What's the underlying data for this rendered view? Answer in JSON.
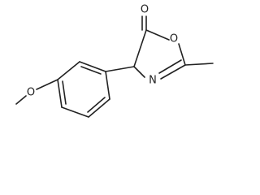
{
  "molecule": {
    "atoms": {
      "carbonyl_oxygen": "O",
      "ring_oxygen": "O",
      "ring_nitrogen": "N",
      "methoxy_oxygen": "O"
    }
  },
  "colors": {
    "bond": "#222222",
    "label": "#222222",
    "background": "#ffffff"
  }
}
